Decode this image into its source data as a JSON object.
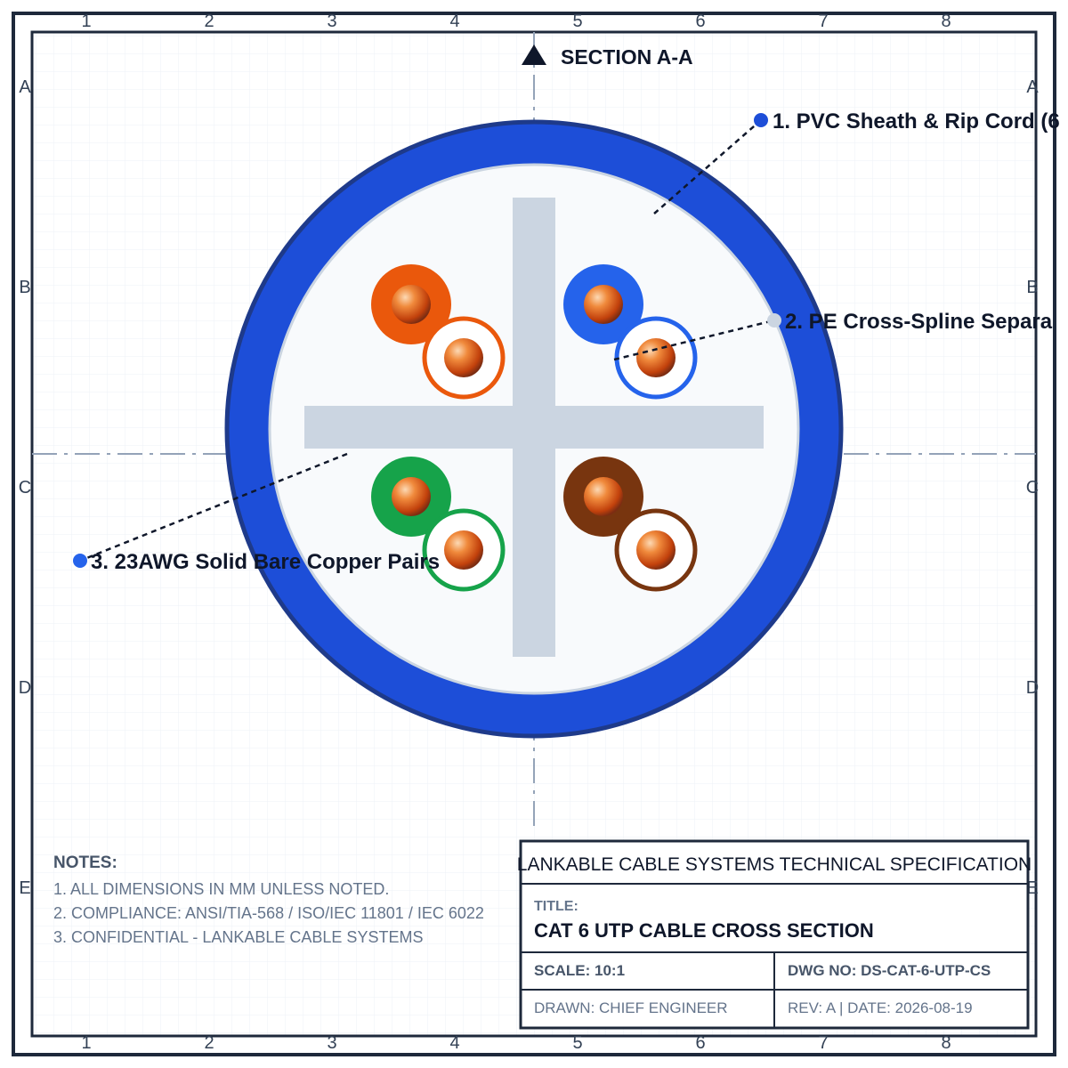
{
  "section_title": "SECTION A-A",
  "zone_columns": [
    "1",
    "2",
    "3",
    "4",
    "5",
    "6",
    "7",
    "8"
  ],
  "zone_rows": [
    "A",
    "B",
    "C",
    "D",
    "E"
  ],
  "callouts": [
    {
      "label": "1. PVC Sheath & Rip Cord (6",
      "dot_color": "#1d4ed8"
    },
    {
      "label": "2. PE Cross-Spline Separa",
      "dot_color": "#cbd5e1"
    },
    {
      "label": "3. 23AWG Solid Bare Copper Pairs",
      "dot_color": "#2563eb"
    }
  ],
  "pairs": [
    {
      "name": "orange",
      "color": "#ea580c"
    },
    {
      "name": "blue",
      "color": "#2563eb"
    },
    {
      "name": "green",
      "color": "#16a34a"
    },
    {
      "name": "brown",
      "color": "#78350f"
    }
  ],
  "colors": {
    "sheath": "#1d4ed8",
    "sheath_edge": "#1e3a8a",
    "spline": "#cbd5e1",
    "core_fill": "#f8fafc",
    "copper": "#ea7a2a",
    "frame": "#1e293b",
    "grid": "#e2e8f0"
  },
  "notes": {
    "heading": "NOTES:",
    "items": [
      "1. ALL DIMENSIONS IN MM UNLESS NOTED.",
      "2. COMPLIANCE: ANSI/TIA-568 / ISO/IEC 11801 / IEC 6022",
      "3. CONFIDENTIAL - LANKABLE CABLE SYSTEMS"
    ]
  },
  "title_block": {
    "company": "LANKABLE CABLE SYSTEMS TECHNICAL SPECIFICATION",
    "title_label": "TITLE:",
    "title": "CAT 6 UTP CABLE CROSS SECTION",
    "scale": "SCALE: 10:1",
    "dwg_no": "DWG NO: DS-CAT-6-UTP-CS",
    "drawn": "DRAWN: CHIEF ENGINEER",
    "rev_date": "REV: A | DATE: 2026-08-19"
  }
}
